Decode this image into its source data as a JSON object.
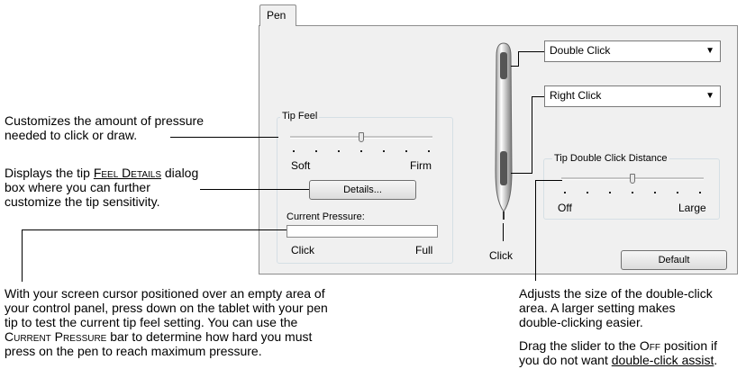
{
  "tab": {
    "label": "Pen"
  },
  "dropdowns": {
    "upper_button": "Double Click",
    "lower_button": "Right Click"
  },
  "tip_feel": {
    "label": "Tip Feel",
    "min_label": "Soft",
    "max_label": "Firm",
    "level": 0.5,
    "details_button": "Details..."
  },
  "current_pressure": {
    "label": "Current Pressure:",
    "min_label": "Click",
    "max_label": "Full",
    "value": 0
  },
  "pen": {
    "tip_label": "Click"
  },
  "double_click_distance": {
    "label": "Tip Double Click Distance",
    "min_label": "Off",
    "max_label": "Large",
    "level": 0.5
  },
  "default_button": "Default",
  "callouts": {
    "pressure_line1": "Customizes the amount of pressure",
    "pressure_line2": "needed to click or draw.",
    "details_line1_pre": "Displays the tip ",
    "details_line1_link": "Feel Details",
    "details_line1_post": " dialog",
    "details_line2": "box where you can further",
    "details_line3": "customize the tip sensitivity.",
    "test_line1": "With your screen cursor positioned over an empty area of",
    "test_line2": "your control panel, press down on the tablet with your pen",
    "test_line3": "tip to test the current tip feel setting.  You can use the",
    "test_line4_sc": "Current Pressure",
    "test_line4_post": " bar to determine how hard you must",
    "test_line5": "press on the pen to reach maximum pressure.",
    "dc_line1": "Adjusts the size of the double-click",
    "dc_line2": "area.  A larger setting makes",
    "dc_line3": "double-clicking easier.",
    "drag_line1_pre": "Drag the slider to the ",
    "drag_line1_sc": "Off",
    "drag_line1_post": " position if",
    "drag_line2_pre": "you do not want ",
    "drag_line2_link": "double-click assist",
    "drag_line2_post": "."
  }
}
